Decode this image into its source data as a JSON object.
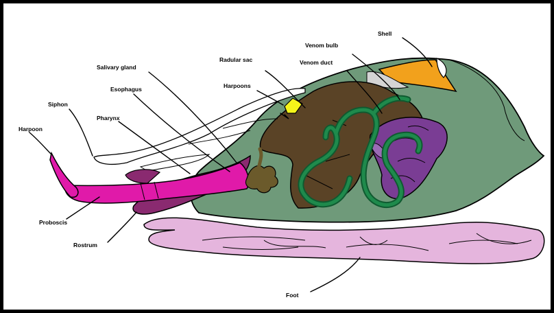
{
  "labels": {
    "shell": "Shell",
    "venom_bulb": "Venom bulb",
    "venom_duct": "Venom duct",
    "radular_sac": "Radular sac",
    "harpoons": "Harpoons",
    "salivary_gland": "Salivary gland",
    "esophagus": "Esophagus",
    "siphon": "Siphon",
    "pharynx": "Pharynx",
    "harpoon": "Harpoon",
    "proboscis": "Proboscis",
    "rostrum": "Rostrum",
    "foot": "Foot"
  },
  "colors": {
    "body": "#6f9a7a",
    "shell": "#f2a11c",
    "venom_bulb": "#7a3d94",
    "venom_duct": "#156b3c",
    "radular_sac": "#5a4326",
    "harpoons": "#f5f51a",
    "salivary_gland": "#6b5a2b",
    "proboscis": "#e01aa9",
    "rostrum": "#8a2a70",
    "foot": "#e5b5dd",
    "siphon": "#ffffff"
  }
}
